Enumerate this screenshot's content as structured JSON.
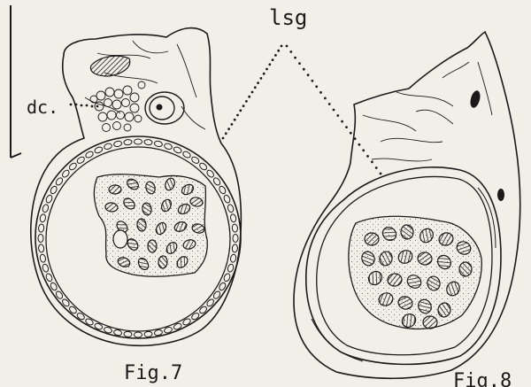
{
  "labels": {
    "lsg": "lsg",
    "dc": "dc.",
    "fig7": "Fig.7",
    "fig8": "Fig.8"
  },
  "colors": {
    "paper": "#f1f0e8",
    "ink": "#1a1a1a"
  }
}
